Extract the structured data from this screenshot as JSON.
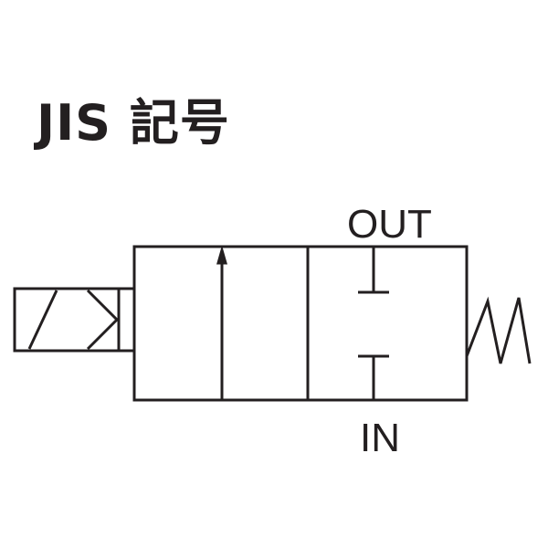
{
  "title": "JIS 記号",
  "ports": {
    "out_label": "OUT",
    "in_label": "IN"
  },
  "colors": {
    "line": "#231f20",
    "background": "#ffffff"
  },
  "components": {
    "actuator": "solenoid-icon",
    "return": "spring-icon",
    "flow": "flow-arrow-icon"
  }
}
